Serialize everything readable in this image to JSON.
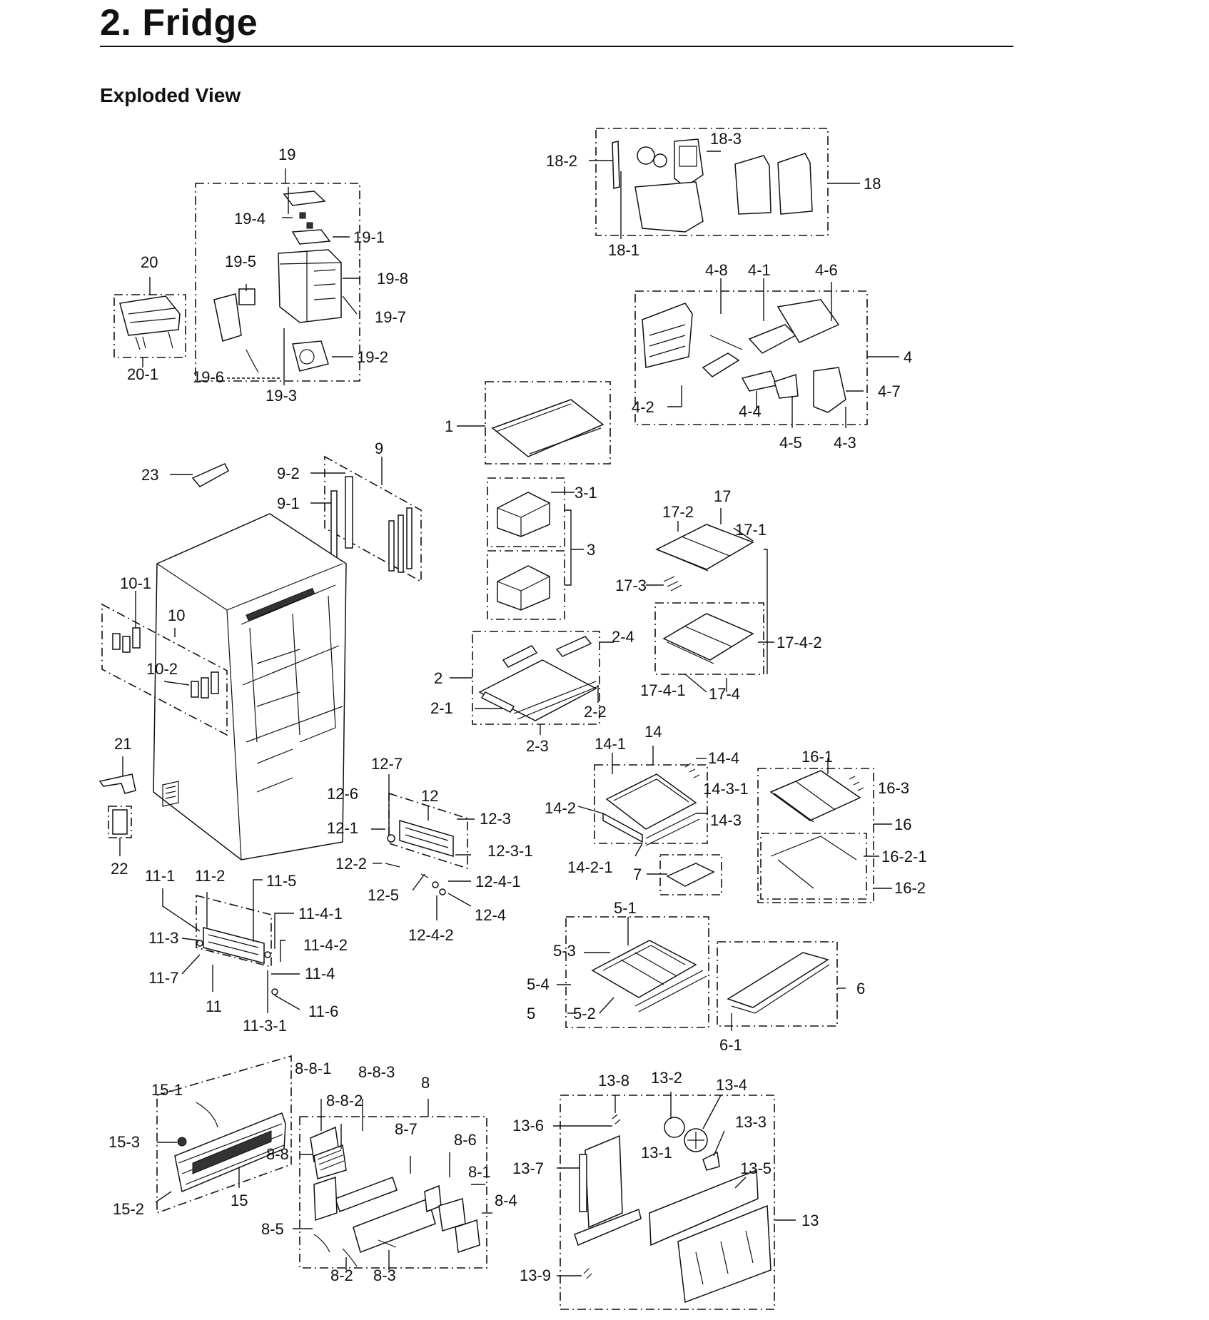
{
  "page": {
    "title": "2.  Fridge",
    "section": "Exploded View"
  },
  "callouts": [
    {
      "id": "c19",
      "text": "19"
    },
    {
      "id": "c19-4",
      "text": "19-4"
    },
    {
      "id": "c19-1",
      "text": "19-1"
    },
    {
      "id": "c19-5",
      "text": "19-5"
    },
    {
      "id": "c19-8",
      "text": "19-8"
    },
    {
      "id": "c19-7",
      "text": "19-7"
    },
    {
      "id": "c19-2",
      "text": "19-2"
    },
    {
      "id": "c19-6",
      "text": "19-6"
    },
    {
      "id": "c19-3",
      "text": "19-3"
    },
    {
      "id": "c20",
      "text": "20"
    },
    {
      "id": "c20-1",
      "text": "20-1"
    },
    {
      "id": "c18-2",
      "text": "18-2"
    },
    {
      "id": "c18-3",
      "text": "18-3"
    },
    {
      "id": "c18",
      "text": "18"
    },
    {
      "id": "c18-1",
      "text": "18-1"
    },
    {
      "id": "c4-8",
      "text": "4-8"
    },
    {
      "id": "c4-1",
      "text": "4-1"
    },
    {
      "id": "c4-6",
      "text": "4-6"
    },
    {
      "id": "c4",
      "text": "4"
    },
    {
      "id": "c4-7",
      "text": "4-7"
    },
    {
      "id": "c4-2",
      "text": "4-2"
    },
    {
      "id": "c4-4",
      "text": "4-4"
    },
    {
      "id": "c4-5",
      "text": "4-5"
    },
    {
      "id": "c4-3",
      "text": "4-3"
    },
    {
      "id": "c1",
      "text": "1"
    },
    {
      "id": "c9",
      "text": "9"
    },
    {
      "id": "c9-2",
      "text": "9-2"
    },
    {
      "id": "c9-1",
      "text": "9-1"
    },
    {
      "id": "c23",
      "text": "23"
    },
    {
      "id": "c3-1",
      "text": "3-1"
    },
    {
      "id": "c3",
      "text": "3"
    },
    {
      "id": "c17",
      "text": "17"
    },
    {
      "id": "c17-2",
      "text": "17-2"
    },
    {
      "id": "c17-1",
      "text": "17-1"
    },
    {
      "id": "c17-3",
      "text": "17-3"
    },
    {
      "id": "c17-4-2",
      "text": "17-4-2"
    },
    {
      "id": "c17-4-1",
      "text": "17-4-1"
    },
    {
      "id": "c17-4",
      "text": "17-4"
    },
    {
      "id": "c10-1",
      "text": "10-1"
    },
    {
      "id": "c10",
      "text": "10"
    },
    {
      "id": "c10-2",
      "text": "10-2"
    },
    {
      "id": "c2-4",
      "text": "2-4"
    },
    {
      "id": "c2",
      "text": "2"
    },
    {
      "id": "c2-1",
      "text": "2-1"
    },
    {
      "id": "c2-2",
      "text": "2-2"
    },
    {
      "id": "c2-3",
      "text": "2-3"
    },
    {
      "id": "c21",
      "text": "21"
    },
    {
      "id": "c22",
      "text": "22"
    },
    {
      "id": "c12-7",
      "text": "12-7"
    },
    {
      "id": "c12",
      "text": "12"
    },
    {
      "id": "c12-6",
      "text": "12-6"
    },
    {
      "id": "c12-3",
      "text": "12-3"
    },
    {
      "id": "c12-1",
      "text": "12-1"
    },
    {
      "id": "c12-3-1",
      "text": "12-3-1"
    },
    {
      "id": "c12-2",
      "text": "12-2"
    },
    {
      "id": "c12-4-1",
      "text": "12-4-1"
    },
    {
      "id": "c12-5",
      "text": "12-5"
    },
    {
      "id": "c12-4",
      "text": "12-4"
    },
    {
      "id": "c12-4-2",
      "text": "12-4-2"
    },
    {
      "id": "c14",
      "text": "14"
    },
    {
      "id": "c14-1",
      "text": "14-1"
    },
    {
      "id": "c14-4",
      "text": "14-4"
    },
    {
      "id": "c14-3-1",
      "text": "14-3-1"
    },
    {
      "id": "c14-2",
      "text": "14-2"
    },
    {
      "id": "c14-3",
      "text": "14-3"
    },
    {
      "id": "c14-2-1",
      "text": "14-2-1"
    },
    {
      "id": "c16-1",
      "text": "16-1"
    },
    {
      "id": "c16-3",
      "text": "16-3"
    },
    {
      "id": "c16",
      "text": "16"
    },
    {
      "id": "c16-2-1",
      "text": "16-2-1"
    },
    {
      "id": "c16-2",
      "text": "16-2"
    },
    {
      "id": "c7",
      "text": "7"
    },
    {
      "id": "c11-1",
      "text": "11-1"
    },
    {
      "id": "c11-2",
      "text": "11-2"
    },
    {
      "id": "c11-5",
      "text": "11-5"
    },
    {
      "id": "c11-4-1",
      "text": "11-4-1"
    },
    {
      "id": "c11-3",
      "text": "11-3"
    },
    {
      "id": "c11-4-2",
      "text": "11-4-2"
    },
    {
      "id": "c11-4",
      "text": "11-4"
    },
    {
      "id": "c11-7",
      "text": "11-7"
    },
    {
      "id": "c11",
      "text": "11"
    },
    {
      "id": "c11-6",
      "text": "11-6"
    },
    {
      "id": "c11-3-1",
      "text": "11-3-1"
    },
    {
      "id": "c5-1",
      "text": "5-1"
    },
    {
      "id": "c5-3",
      "text": "5-3"
    },
    {
      "id": "c5-4",
      "text": "5-4"
    },
    {
      "id": "c5",
      "text": "5"
    },
    {
      "id": "c5-2",
      "text": "5-2"
    },
    {
      "id": "c6",
      "text": "6"
    },
    {
      "id": "c6-1",
      "text": "6-1"
    },
    {
      "id": "c8-8-1",
      "text": "8-8-1"
    },
    {
      "id": "c8-8-3",
      "text": "8-8-3"
    },
    {
      "id": "c8",
      "text": "8"
    },
    {
      "id": "c8-8-2",
      "text": "8-8-2"
    },
    {
      "id": "c8-7",
      "text": "8-7"
    },
    {
      "id": "c8-6",
      "text": "8-6"
    },
    {
      "id": "c8-8",
      "text": "8-8"
    },
    {
      "id": "c8-1",
      "text": "8-1"
    },
    {
      "id": "c8-4",
      "text": "8-4"
    },
    {
      "id": "c8-5",
      "text": "8-5"
    },
    {
      "id": "c8-2",
      "text": "8-2"
    },
    {
      "id": "c8-3",
      "text": "8-3"
    },
    {
      "id": "c15-1",
      "text": "15-1"
    },
    {
      "id": "c15-3",
      "text": "15-3"
    },
    {
      "id": "c15",
      "text": "15"
    },
    {
      "id": "c15-2",
      "text": "15-2"
    },
    {
      "id": "c13-8",
      "text": "13-8"
    },
    {
      "id": "c13-2",
      "text": "13-2"
    },
    {
      "id": "c13-4",
      "text": "13-4"
    },
    {
      "id": "c13-6",
      "text": "13-6"
    },
    {
      "id": "c13-3",
      "text": "13-3"
    },
    {
      "id": "c13-1",
      "text": "13-1"
    },
    {
      "id": "c13-7",
      "text": "13-7"
    },
    {
      "id": "c13-5",
      "text": "13-5"
    },
    {
      "id": "c13",
      "text": "13"
    },
    {
      "id": "c13-9",
      "text": "13-9"
    }
  ]
}
